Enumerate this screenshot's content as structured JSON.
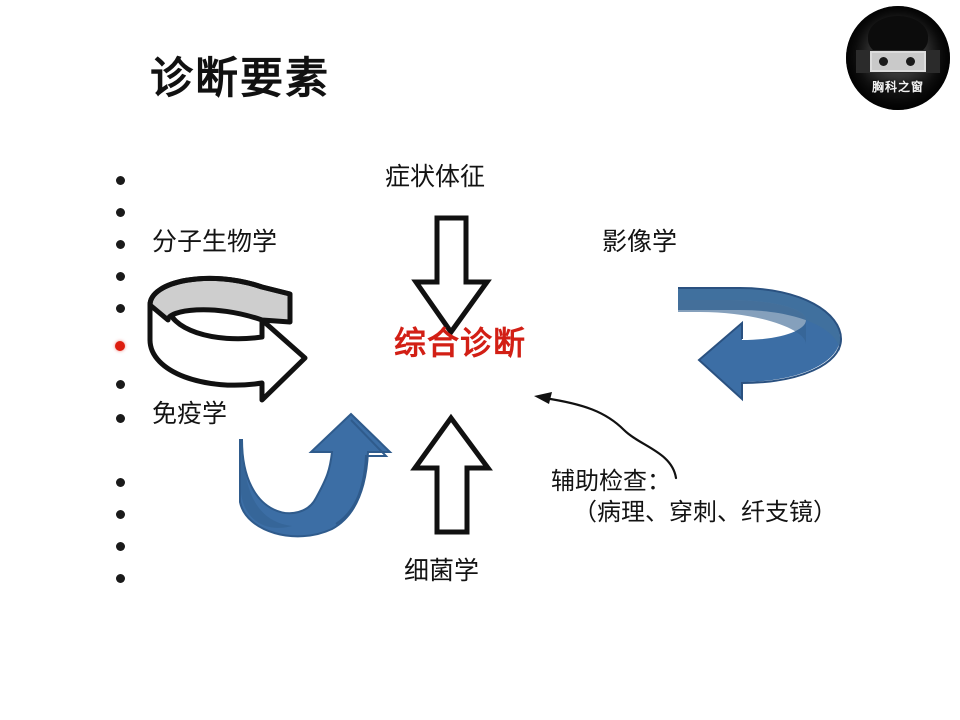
{
  "slide": {
    "title": "诊断要素",
    "background_color": "#ffffff"
  },
  "logo": {
    "name": "胸科之窗",
    "caption": "胸科之窗"
  },
  "colors": {
    "accent_red": "#d21f15",
    "bullet_red": "#dd1d0f",
    "bullet_black": "#1a1a1a",
    "arrow_blue": "#3c6ea5",
    "arrow_blue_dark": "#2f5b8c",
    "arrow_gray": "#c9c9c9",
    "text_black": "#131313"
  },
  "diagram": {
    "center_result": "综合诊断",
    "nodes": [
      {
        "id": "symptoms",
        "label": "症状体征"
      },
      {
        "id": "imaging",
        "label": "影像学"
      },
      {
        "id": "molecular-biology",
        "label": "分子生物学"
      },
      {
        "id": "immunology",
        "label": "免疫学"
      },
      {
        "id": "bacteriology",
        "label": "细菌学"
      }
    ],
    "aux": {
      "line1": "辅助检查：",
      "line2": "（病理、穿刺、纤支镜）"
    },
    "arrows": [
      {
        "id": "arrow-down-symptoms",
        "style": "outline-black",
        "direction": "down"
      },
      {
        "id": "arrow-up-bacteriology",
        "style": "outline-black",
        "direction": "up"
      },
      {
        "id": "arrow-curved-molecular",
        "style": "3d-gray",
        "direction": "right"
      },
      {
        "id": "arrow-curved-imaging",
        "style": "3d-blue",
        "direction": "left"
      },
      {
        "id": "arrow-uturn-immunology",
        "style": "3d-blue",
        "direction": "up-right"
      },
      {
        "id": "arrow-pointer-aux",
        "style": "thin-curve",
        "direction": "up-left"
      }
    ]
  },
  "bullets": {
    "count": 12,
    "red_index": 5,
    "positions_y": [
      176,
      208,
      240,
      272,
      304,
      342,
      380,
      414,
      478,
      510,
      542,
      574
    ]
  }
}
